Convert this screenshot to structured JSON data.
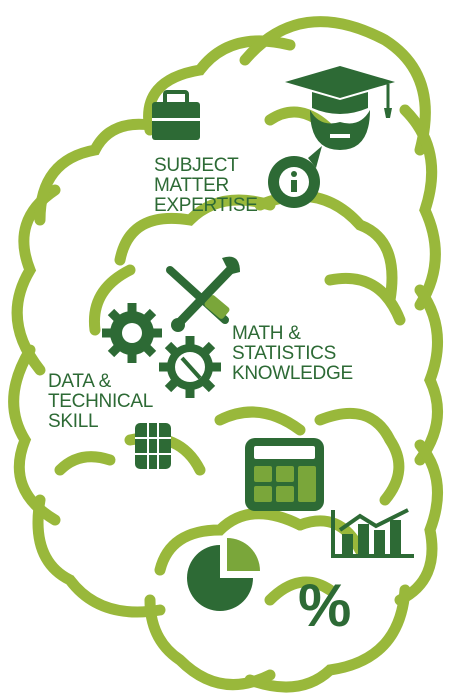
{
  "labels": {
    "subject": [
      "SUBJECT",
      "MATTER",
      "EXPERTISE"
    ],
    "math": [
      "MATH &",
      "STATISTICS",
      "KNOWLEDGE"
    ],
    "data": [
      "DATA &",
      "TECHNICAL",
      "SKILL"
    ]
  },
  "percent_symbol": "%",
  "colors": {
    "brain_outline": "#99b83b",
    "icon_dark": "#2d6a35",
    "icon_light": "#7aa63a",
    "background": "#ffffff"
  },
  "icons": [
    "briefcase-icon",
    "graduate-icon",
    "info-icon",
    "wrench-screwdriver-icon",
    "gear-icon",
    "chip-icon",
    "calculator-icon",
    "bar-chart-icon",
    "pie-chart-icon"
  ]
}
